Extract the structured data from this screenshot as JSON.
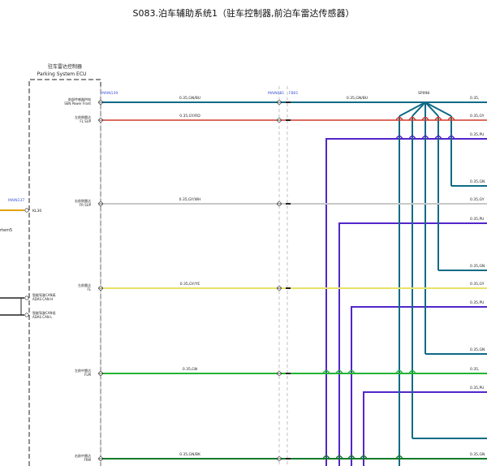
{
  "title": "S083.泊车辅助系统1（驻车控制器,前泊车雷达传感器）",
  "ecu": {
    "name_cn": "驻车雷达控制器",
    "name_en": "Parking System ECU"
  },
  "connectors": {
    "left": "MAIN139",
    "mid": "MAIN081",
    "mid2": "FB01",
    "far_left": "MAIN137",
    "splice": "SP098"
  },
  "pins": [
    {
      "cn": "前部传感器供电",
      "en": "SEN Power Front",
      "wire": "0.35,GN/BU",
      "wire2": "0.35,GN/BU",
      "right": "0.35,"
    },
    {
      "cn": "左前侧雷达",
      "en": "FL SUP",
      "wire": "0.35,GY/RD",
      "wire2": "",
      "right": "0.35,GY"
    },
    {
      "cn": "右前侧雷达",
      "en": "FR SUP",
      "wire": "0.35,GY/WH",
      "wire2": "",
      "right": "0.35,GY"
    },
    {
      "cn": "左前雷达",
      "en": "FL",
      "wire": "0.35,GY/YE",
      "wire2": "",
      "right": "0.35,GY"
    },
    {
      "cn": "左前中雷达",
      "en": "FLM",
      "wire": "0.35,GN",
      "wire2": "",
      "right": "0.35,"
    },
    {
      "cn": "右前中雷达",
      "en": "FRM",
      "wire": "0.35,GN/BK",
      "wire2": "",
      "right": "0.35,GN"
    }
  ],
  "kl30": "KL30",
  "left_text": "rtem5",
  "can": [
    {
      "cn": "智能驾驶CAN高",
      "en": "ADAS CAN H"
    },
    {
      "cn": "智能驾驶CAN低",
      "en": "ADAS CAN L"
    }
  ],
  "right_labels": [
    "0.35,PU",
    "0.35,GN",
    "0.35,PU",
    "0.35,GN",
    "0.35,PU",
    "0.35,GN",
    "0.35,PU"
  ],
  "colors": {
    "teal": "#0e6b86",
    "red": "#d23b2b",
    "grey": "#c8c8c8",
    "yellow": "#e7e26a",
    "green": "#22b533",
    "darkgreen": "#137a2a",
    "purple": "#5226c9",
    "orange": "#e2a200"
  }
}
